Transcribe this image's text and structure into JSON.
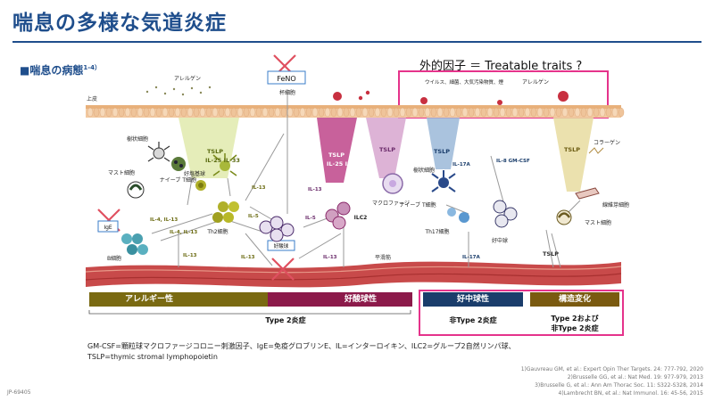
{
  "title": "喘息の多様な気道炎症",
  "subtitle": {
    "text": "■喘息の病態",
    "sup": "1-4）"
  },
  "external": "外的因子 ＝ Treatable traits ?",
  "labels": {
    "allergen_left": "アレルゲン",
    "allergen_right": "アレルゲン",
    "feno": "FeNO",
    "goblet": "杯細胞",
    "epithelium": "上皮",
    "virus": "ウイルス、細菌、大気汚染物質、煙",
    "dendritic_left": "樹状細胞",
    "dendritic_right": "樹状細胞",
    "mast_left": "マスト細胞",
    "mast_right": "マスト細胞",
    "basophil": "好塩基球",
    "naive_t_left": "ナイーブ\nT細胞",
    "naive_t_right": "ナイーブ\nT細胞",
    "th2": "Th2細胞",
    "th17": "Th17細胞",
    "b_cell": "B細胞",
    "ige": "IgE",
    "eosinophil": "好酸球",
    "neutrophil": "好中球",
    "macrophage": "マクロファージ",
    "ilc2": "ILC2",
    "fibroblast": "線維芽細胞",
    "collagen": "コラーゲン",
    "smooth_muscle": "平滑筋",
    "tslp_1": "TSLP",
    "tslp_2": "TSLP",
    "tslp_3": "TSLP",
    "tslp_4": "TSLP",
    "tslp_5": "TSLP",
    "tslp_6": "TSLP",
    "il25_33_a": "IL-25\nIL-33",
    "il25_33_b": "IL-25\nIL-33",
    "il17a_1": "IL-17A",
    "il17a_2": "IL-17A",
    "il8_gmcsf": "IL-8\nGM-CSF",
    "il4_il13_a": "IL-4, IL-13",
    "il4_il13_b": "IL-4, IL-13",
    "il13_a": "IL-13",
    "il13_b": "IL-13",
    "il13_c": "IL-13",
    "il13_d": "IL-13",
    "il13_e": "IL-13",
    "il5_a": "IL-5",
    "il5_b": "IL-5"
  },
  "bars": {
    "allergic": "アレルギー性",
    "eosinophilic": "好酸球性",
    "neutrophilic": "好中球性",
    "remodeling": "構造変化"
  },
  "groups": {
    "type2": "Type 2炎症",
    "non_type2": "非Type 2炎症",
    "both": "Type 2および\n非Type 2炎症"
  },
  "legend": [
    "GM-CSF=顆粒球マクロファージコロニー刺激因子、IgE=免疫グロブリンE、IL=インターロイキン、ILC2=グループ2自然リンパ球、",
    "TSLP=thymic stromal lymphopoietin"
  ],
  "references": [
    "1)Gauvreau GM, et al.: Expert Opin Ther Targets. 24: 777-792, 2020",
    "2)Brusselle GG, et al.: Nat Med. 19: 977-979, 2013",
    "3)Brusselle G, et al.: Ann Am Thorac Soc. 11: S322-S328, 2014",
    "4)Lambrecht BN, et al.: Nat Immunol. 16: 45-56, 2015"
  ],
  "code": "JP-69405",
  "colors": {
    "title": "#1f4e8c",
    "allergic_bar": "#7a6a12",
    "eosinophilic_bar": "#8c1a4a",
    "neutrophilic_bar": "#1a3d6b",
    "remodeling_bar": "#7a5a10",
    "highlight_box": "#e5338b",
    "cross": "#e05060"
  }
}
